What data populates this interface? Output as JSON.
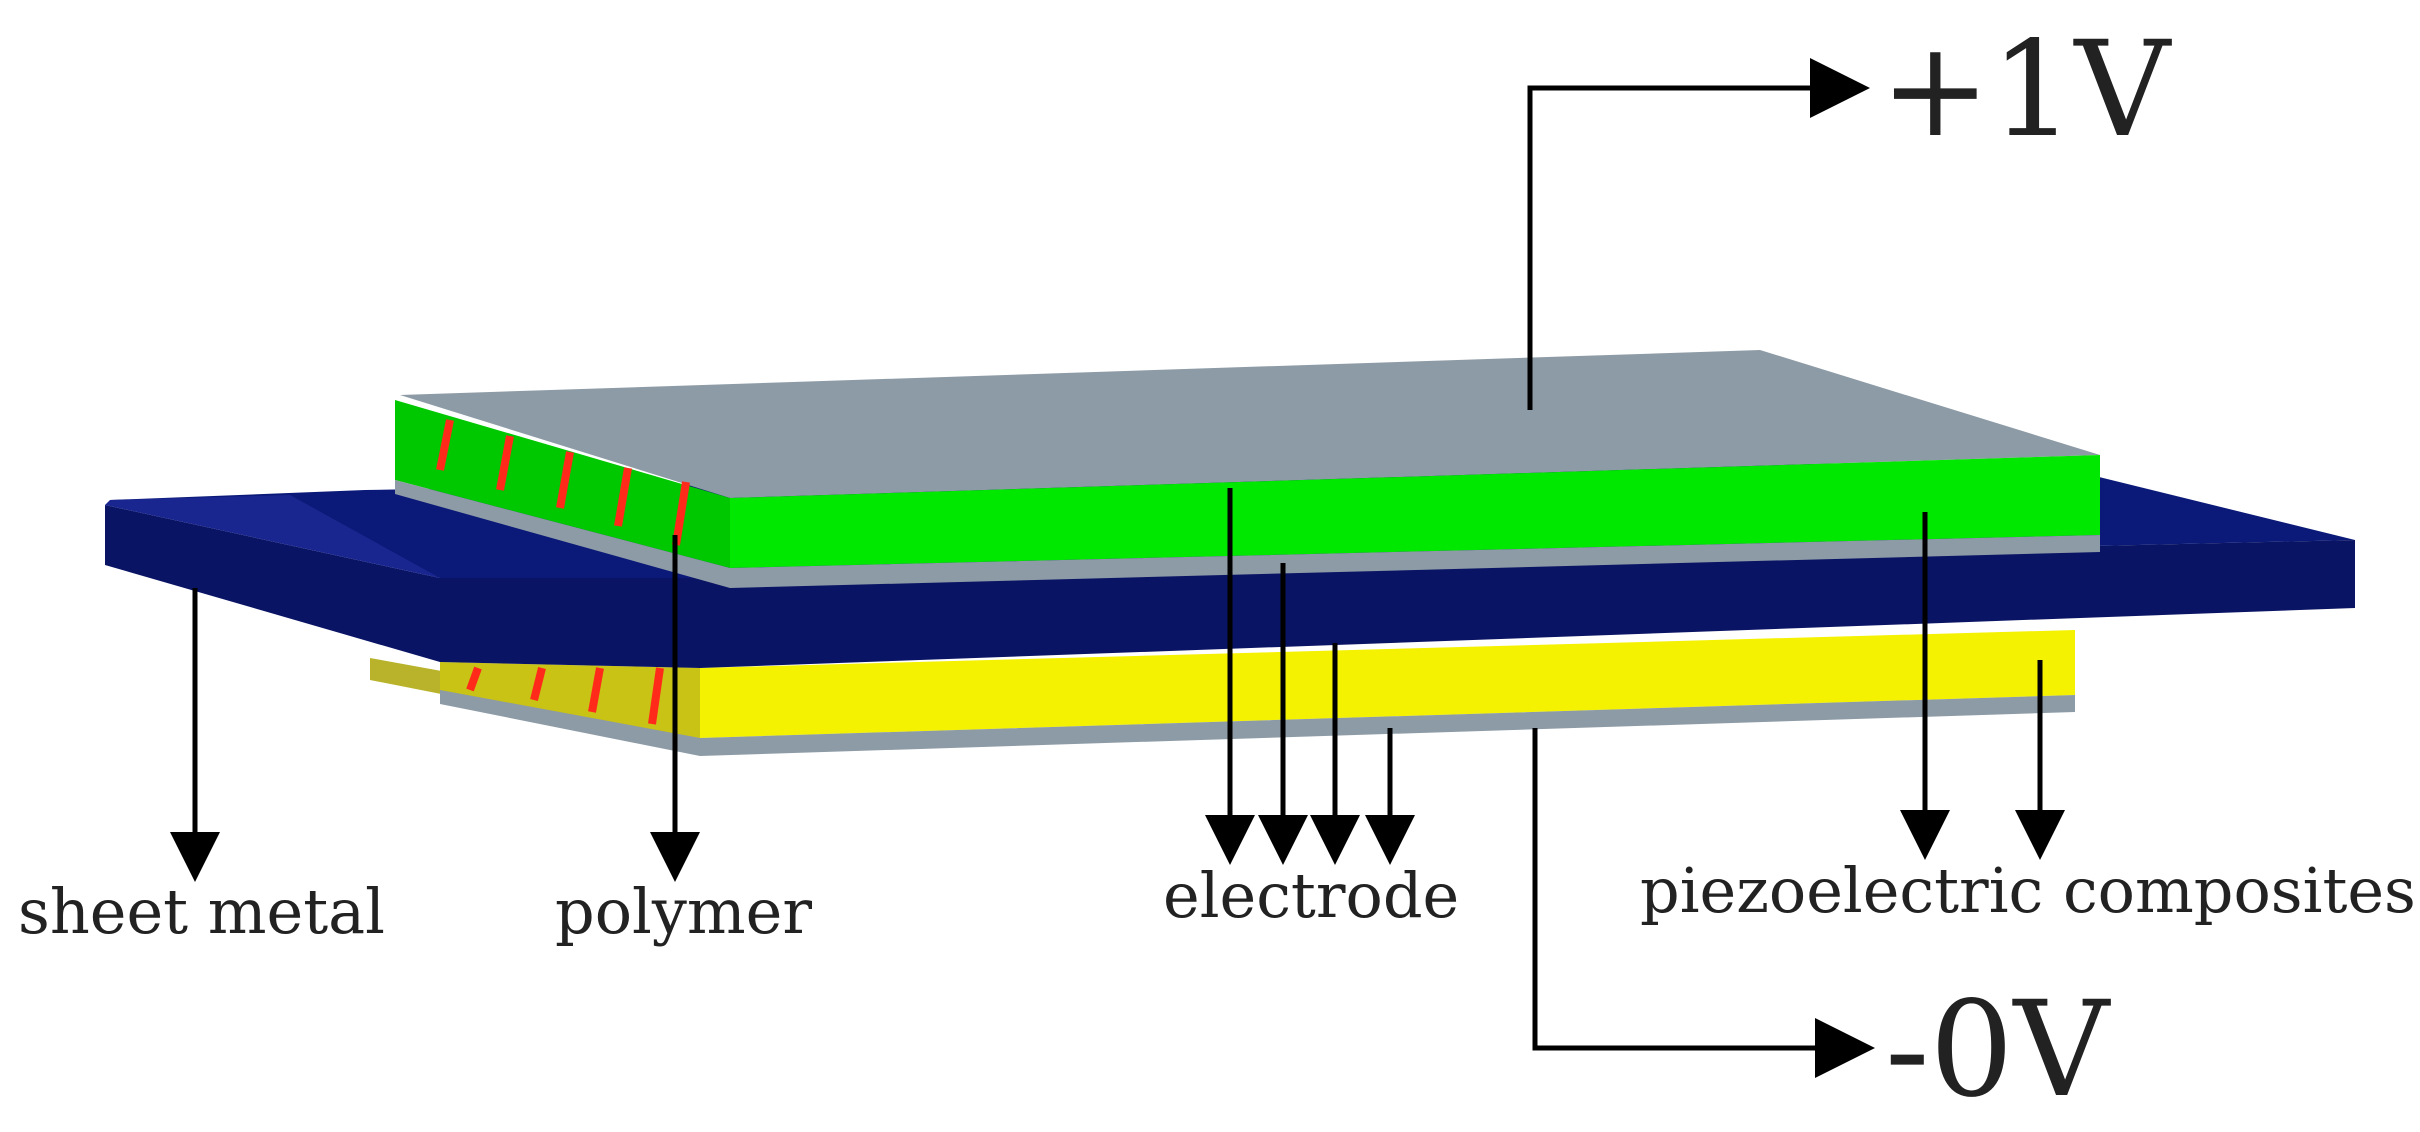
{
  "labels": {
    "sheet_metal": "sheet metal",
    "polymer": "polymer",
    "electrode": "electrode",
    "piezo": "piezoelectric composites",
    "plus_voltage": "+1V",
    "minus_voltage": "-0V"
  },
  "colors": {
    "sheet_metal": "#0a1464",
    "electrode": "#8d9ba6",
    "piezo_top": "#00e800",
    "piezo_bottom": "#f4f200",
    "polymer": "#ff2a1a",
    "lead": "#000000",
    "text": "#222222"
  }
}
